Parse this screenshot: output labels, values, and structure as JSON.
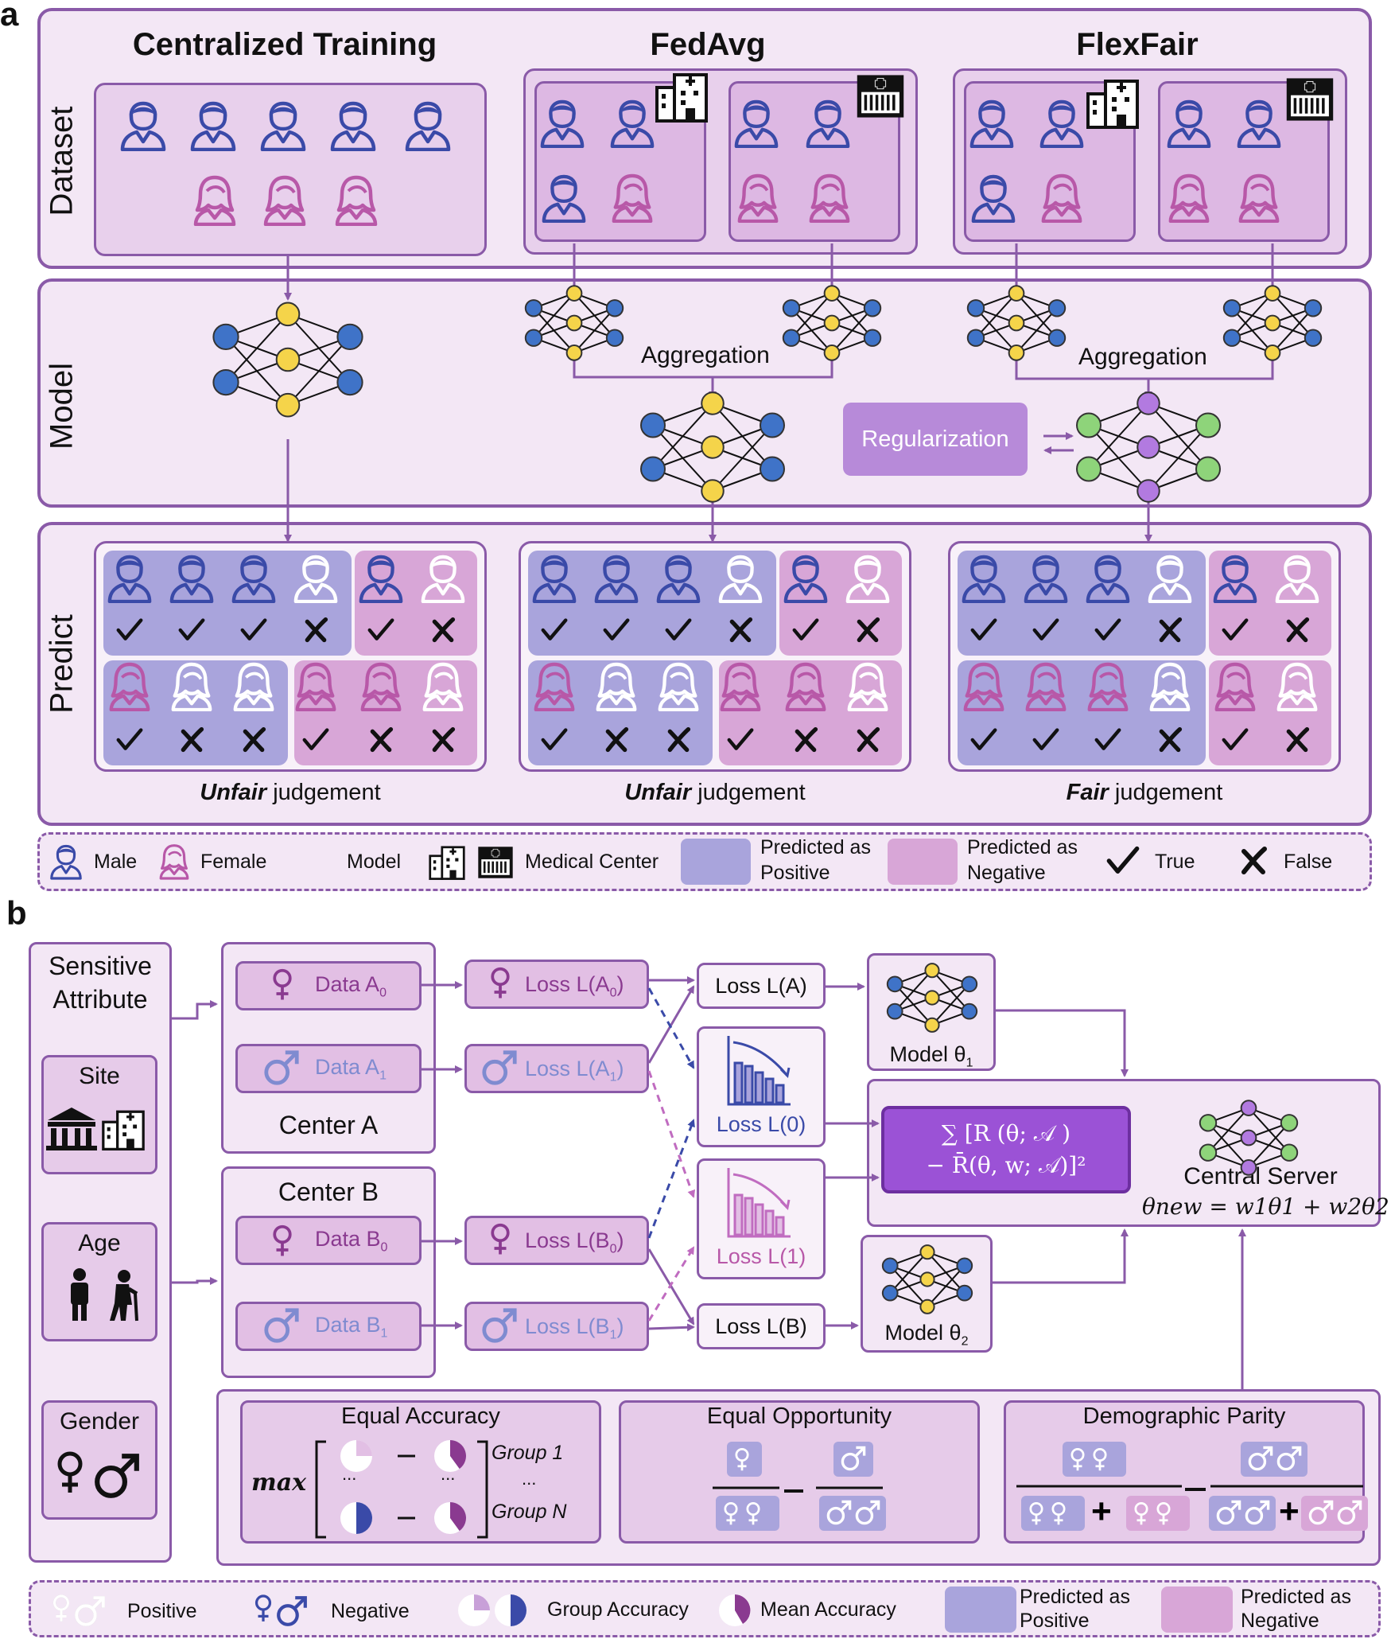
{
  "panel_a": {
    "letter": "a",
    "row_labels": {
      "dataset": "Dataset",
      "model": "Model",
      "predict": "Predict"
    },
    "titles": {
      "centralized": "Centralized Training",
      "fedavg": "FedAvg",
      "flexfair": "FlexFair"
    },
    "aggregation_left": "Aggregation",
    "aggregation_right": "Aggregation",
    "regularization": "Regularization",
    "judgements": [
      {
        "bold": "Unfair",
        "rest": " judgement"
      },
      {
        "bold": "Unfair",
        "rest": " judgement"
      },
      {
        "bold": "Fair",
        "rest": " judgement"
      }
    ],
    "legend": {
      "male": "Male",
      "female": "Female",
      "model": "Model",
      "medical_center": "Medical Center",
      "pred_pos_1": "Predicted as",
      "pred_pos_2": "Positive",
      "pred_neg_1": "Predicted as",
      "pred_neg_2": "Negative",
      "true": "True",
      "false": "False"
    }
  },
  "panel_b": {
    "letter": "b",
    "sensitive_attr_1": "Sensitive",
    "sensitive_attr_2": "Attribute",
    "site": "Site",
    "age": "Age",
    "gender": "Gender",
    "center_a": "Center A",
    "center_b": "Center B",
    "data_a0": "Data A",
    "data_a1": "Data A",
    "data_b0": "Data B",
    "data_b1": "Data B",
    "loss_a0": "Loss L(A",
    "loss_a1": "Loss L(A",
    "loss_b0": "Loss L(B",
    "loss_b1": "Loss L(B",
    "loss_a": "Loss L(A)",
    "loss_b": "Loss L(B)",
    "loss_0": "Loss L(0)",
    "loss_1": "Loss L(1)",
    "model_1": "Model θ",
    "model_2": "Model θ",
    "formula_line1": "∑ [R (θ; 𝒜 )",
    "formula_line2": "− R̄(θ, w; 𝒜)]²",
    "central_server": "Central Server",
    "theta_update": "θnew = w1θ1 + w2θ2",
    "equal_accuracy": "Equal Accuracy",
    "equal_opportunity": "Equal Opportunity",
    "demographic_parity": "Demographic Parity",
    "max": "max",
    "group1": "Group 1",
    "groupn": "Group N",
    "dots": "...",
    "legend": {
      "positive": "Positive",
      "negative": "Negative",
      "group_accuracy": "Group Accuracy",
      "mean_accuracy": "Mean Accuracy",
      "pred_pos_1": "Predicted as",
      "pred_pos_2": "Positive",
      "pred_neg_1": "Predicted as",
      "pred_neg_2": "Negative"
    }
  },
  "colors": {
    "border": "#8a5aa8",
    "male": "#3a4aa8",
    "female": "#b858a8",
    "positive_bg": "#a9a4dc",
    "negative_bg": "#d8a6d7",
    "node_blue": "#3f73c8",
    "node_yellow": "#f5d44a",
    "node_green": "#8ed47a",
    "node_purple": "#b27ae0"
  }
}
